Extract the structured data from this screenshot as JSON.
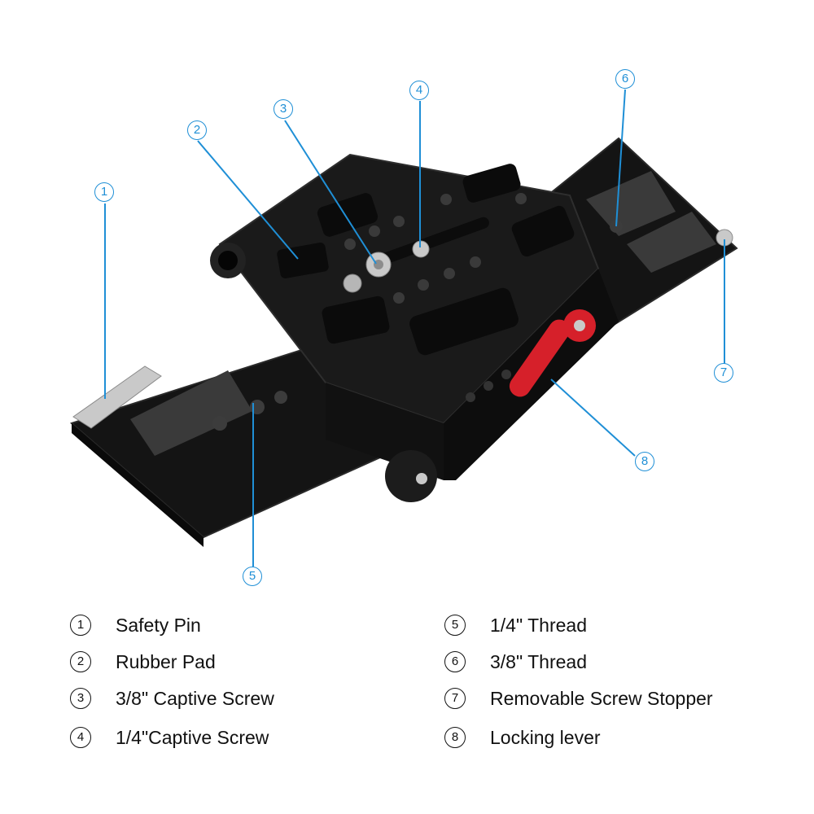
{
  "callouts": [
    {
      "num": "1",
      "label": "Safety Pin"
    },
    {
      "num": "2",
      "label": "Rubber Pad"
    },
    {
      "num": "3",
      "label": "3/8\" Captive Screw"
    },
    {
      "num": "4",
      "label": "1/4\"Captive Screw"
    },
    {
      "num": "5",
      "label": "1/4\" Thread"
    },
    {
      "num": "6",
      "label": "3/8\" Thread"
    },
    {
      "num": "7",
      "label": "Removable Screw Stopper"
    },
    {
      "num": "8",
      "label": "Locking lever"
    }
  ],
  "colors": {
    "leader": "#1f8fd6",
    "plate": "#141414",
    "plate_highlight": "#2e2e2e",
    "pad": "#0b0b0b",
    "lever": "#d6202a",
    "metal": "#c9c9c9"
  }
}
